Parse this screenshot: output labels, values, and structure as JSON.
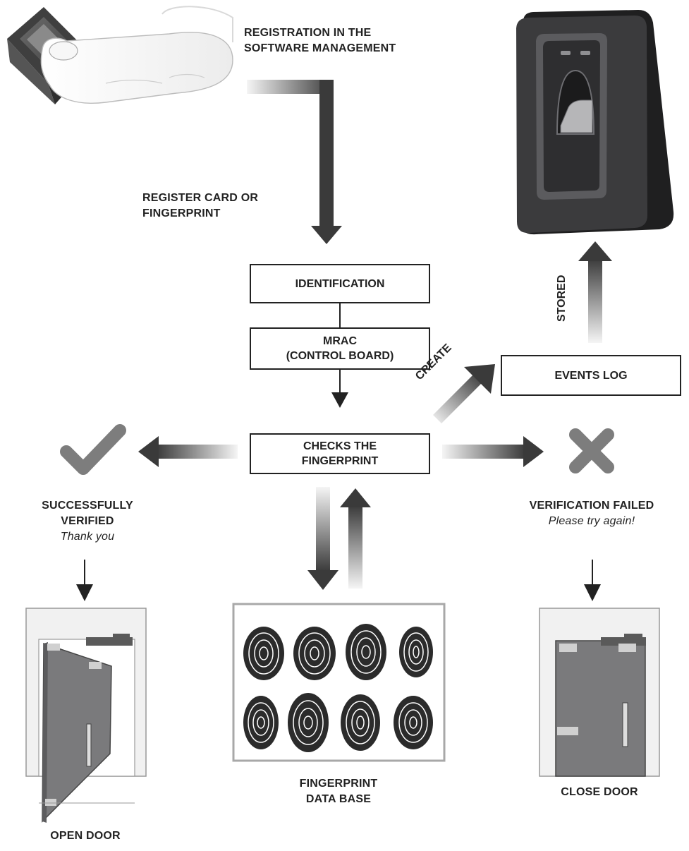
{
  "registration": {
    "line1": "REGISTRATION IN THE",
    "line2": "SOFTWARE MANAGEMENT"
  },
  "register": {
    "line1": "REGISTER CARD OR",
    "line2": "FINGERPRINT"
  },
  "nodes": {
    "identification": "IDENTIFICATION",
    "mrac_line1": "MRAC",
    "mrac_line2": "(CONTROL BOARD)",
    "checks_line1": "CHECKS THE",
    "checks_line2": "FINGERPRINT",
    "events_log": "EVENTS LOG"
  },
  "edges": {
    "create": "CREATE",
    "stored": "STORED"
  },
  "success": {
    "line1": "SUCCESSFULLY",
    "line2": "VERIFIED",
    "note": "Thank you"
  },
  "failure": {
    "title": "VERIFICATION FAILED",
    "note": "Please try again!"
  },
  "database": {
    "line1": "FINGERPRINT",
    "line2": "DATA BASE"
  },
  "doors": {
    "open": "OPEN DOOR",
    "close": "CLOSE DOOR"
  },
  "icons": [
    "finger-scanner-icon",
    "fingerprint-reader-icon",
    "checkmark-icon",
    "cross-icon",
    "open-door-icon",
    "closed-door-icon",
    "fingerprint-icon"
  ],
  "colors": {
    "arrow_dark": "#3a3a3a",
    "icon_gray": "#7d7d7d",
    "device_dark": "#3b3b3d"
  }
}
